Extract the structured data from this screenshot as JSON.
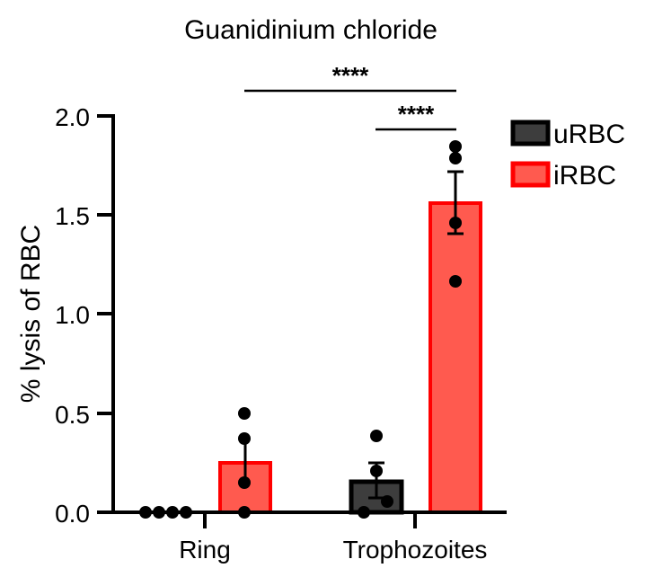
{
  "chart_data": {
    "type": "bar",
    "title": "Guanidinium chloride",
    "xlabel": "",
    "ylabel": "% lysis of RBC",
    "ylim": [
      0,
      2.0
    ],
    "yticks": [
      0.0,
      0.5,
      1.0,
      1.5,
      2.0
    ],
    "ytick_labels": [
      "0.0",
      "0.5",
      "1.0",
      "1.5",
      "2.0"
    ],
    "grid": false,
    "legend_position": "right",
    "categories": [
      "Ring",
      "Trophozoites"
    ],
    "series": [
      {
        "name": "uRBC",
        "fill": "#3d3d3d",
        "edge": "#000000",
        "values": [
          0.0,
          0.155
        ],
        "sem_upper": [
          0.0,
          0.25
        ],
        "sem_lower": [
          0.0,
          0.07
        ],
        "points": [
          [
            0.0,
            0.0,
            0.0,
            0.0
          ],
          [
            0.385,
            0.21,
            0.05,
            0.0
          ]
        ]
      },
      {
        "name": "iRBC",
        "fill": "#ff5a4f",
        "edge": "#ff0000",
        "values": [
          0.25,
          1.56
        ],
        "sem_upper": [
          0.37,
          1.72
        ],
        "sem_lower": [
          0.15,
          1.41
        ],
        "points": [
          [
            0.5,
            0.37,
            0.15,
            0.0
          ],
          [
            1.85,
            1.79,
            1.46,
            1.17
          ]
        ]
      }
    ],
    "annotations": [
      {
        "label": "****",
        "from": "Ring iRBC",
        "to": "Trophozoites iRBC"
      },
      {
        "label": "****",
        "from": "Trophozoites uRBC",
        "to": "Trophozoites iRBC"
      }
    ]
  }
}
